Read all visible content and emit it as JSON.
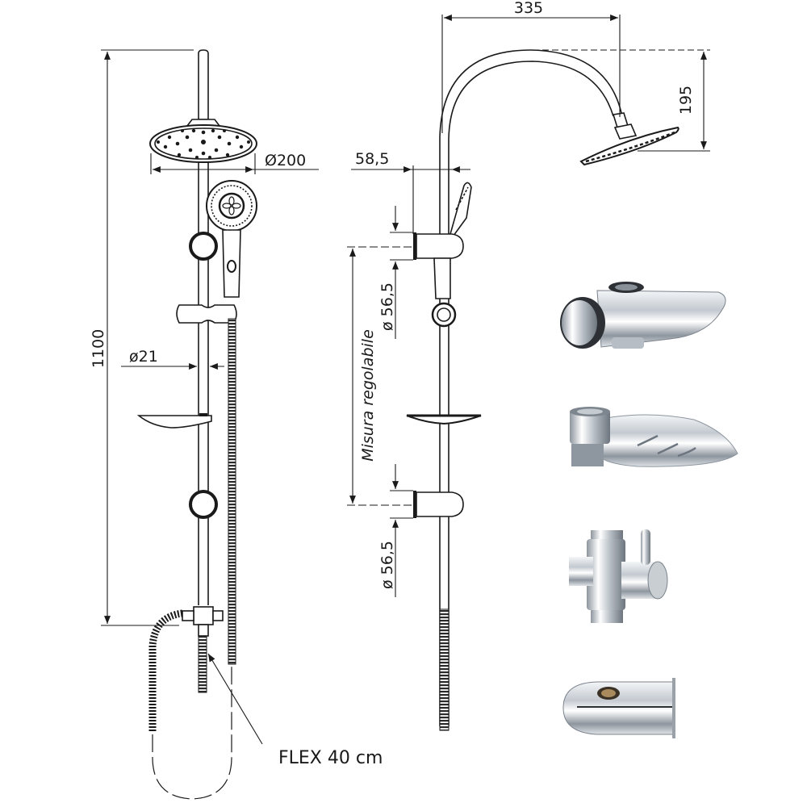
{
  "diagram": {
    "type": "technical-drawing",
    "subject": "shower column with overhead rain shower, hand shower, soap dish and diverter"
  },
  "dimensions": {
    "total_height": "1100",
    "rod_diameter": "ø21",
    "rain_head_diameter": "Ø200",
    "arm_reach": "335",
    "arm_drop": "195",
    "wall_offset": "58,5",
    "bracket_top_diameter": "ø 56,5",
    "bracket_bottom_diameter": "ø 56,5",
    "adjustable_label": "Misura regolabile"
  },
  "callouts": {
    "flex_hose": "FLEX 40 cm"
  },
  "components": [
    {
      "name": "sliding-hand-shower-holder"
    },
    {
      "name": "soap-dish"
    },
    {
      "name": "diverter-valve"
    },
    {
      "name": "wall-bracket-cover"
    }
  ],
  "colors": {
    "line": "#1a1a1a",
    "chrome_light": "#e8ecf0",
    "chrome_mid": "#a9b0b8",
    "chrome_dark": "#5b636c"
  }
}
